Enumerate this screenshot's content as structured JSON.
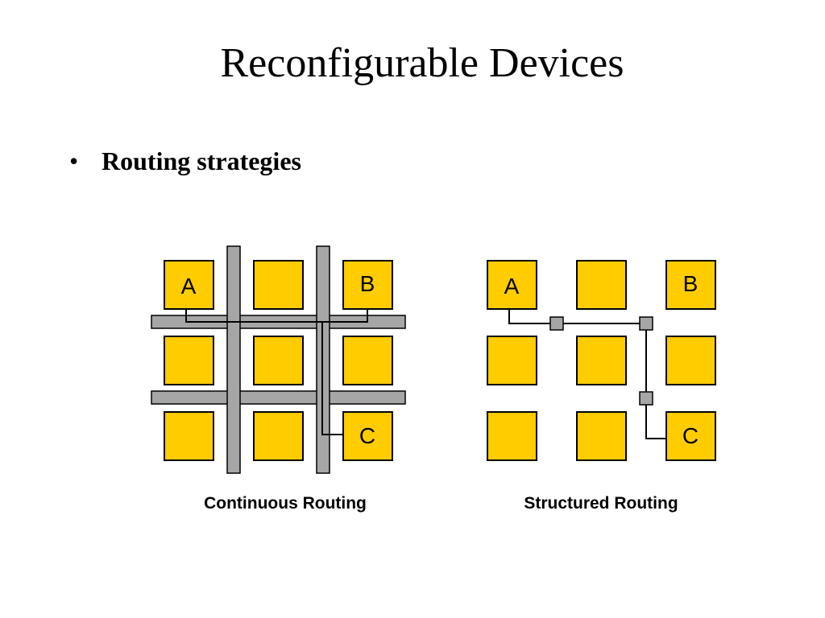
{
  "slide": {
    "title": "Reconfigurable Devices",
    "bullet": "Routing strategies"
  },
  "diagrams": {
    "continuous": {
      "caption": "Continuous Routing",
      "labels": {
        "a": "A",
        "b": "B",
        "c": "C"
      }
    },
    "structured": {
      "caption": "Structured Routing",
      "labels": {
        "a": "A",
        "b": "B",
        "c": "C"
      }
    }
  },
  "colors": {
    "cell_fill": "#FFCC00",
    "cell_stroke": "#000000",
    "track_fill": "#A6A6A6",
    "switch_fill": "#A6A6A6"
  }
}
